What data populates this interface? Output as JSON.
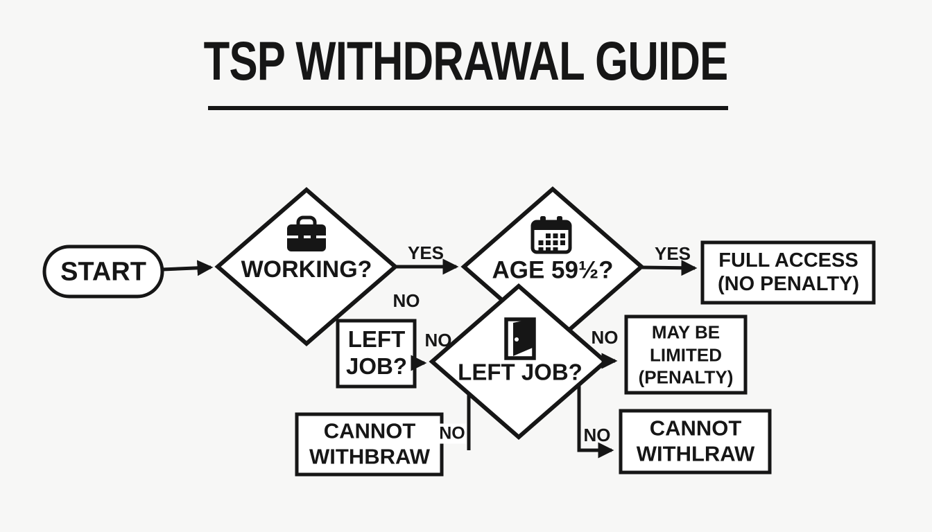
{
  "title": "TSP WITHDRAWAL GUIDE",
  "nodes": {
    "start": {
      "label": "START",
      "type": "terminal"
    },
    "working": {
      "label": "WORKING?",
      "icon": "briefcase-icon",
      "type": "decision"
    },
    "age": {
      "label": "AGE 59½?",
      "icon": "calendar-icon",
      "type": "decision"
    },
    "left_job_box": {
      "label": "LEFT\nJOB?",
      "type": "process"
    },
    "left_job": {
      "label": "LEFT JOB?",
      "icon": "door-icon",
      "type": "decision"
    },
    "full_access": {
      "label": "FULL ACCESS\n(NO PENALTY)",
      "type": "outcome"
    },
    "may_be_limited": {
      "label": "MAY BE\nLIMITED\n(PENALTY)",
      "type": "outcome"
    },
    "cannot_withdraw_left": {
      "label": "CANNOT\nWITHBRAW",
      "type": "outcome"
    },
    "cannot_withdraw_right": {
      "label": "CANNOT\nWITHLRAW",
      "type": "outcome"
    }
  },
  "edge_labels": {
    "working_yes": "YES",
    "age_yes": "YES",
    "working_no": "NO",
    "left_job_box_no": "NO",
    "age_no": "NO",
    "cannot_left_no": "NO",
    "cannot_right_no": "NO"
  },
  "colors": {
    "ink": "#161616",
    "node_fill": "#ffffff",
    "background": "#f7f7f6"
  }
}
